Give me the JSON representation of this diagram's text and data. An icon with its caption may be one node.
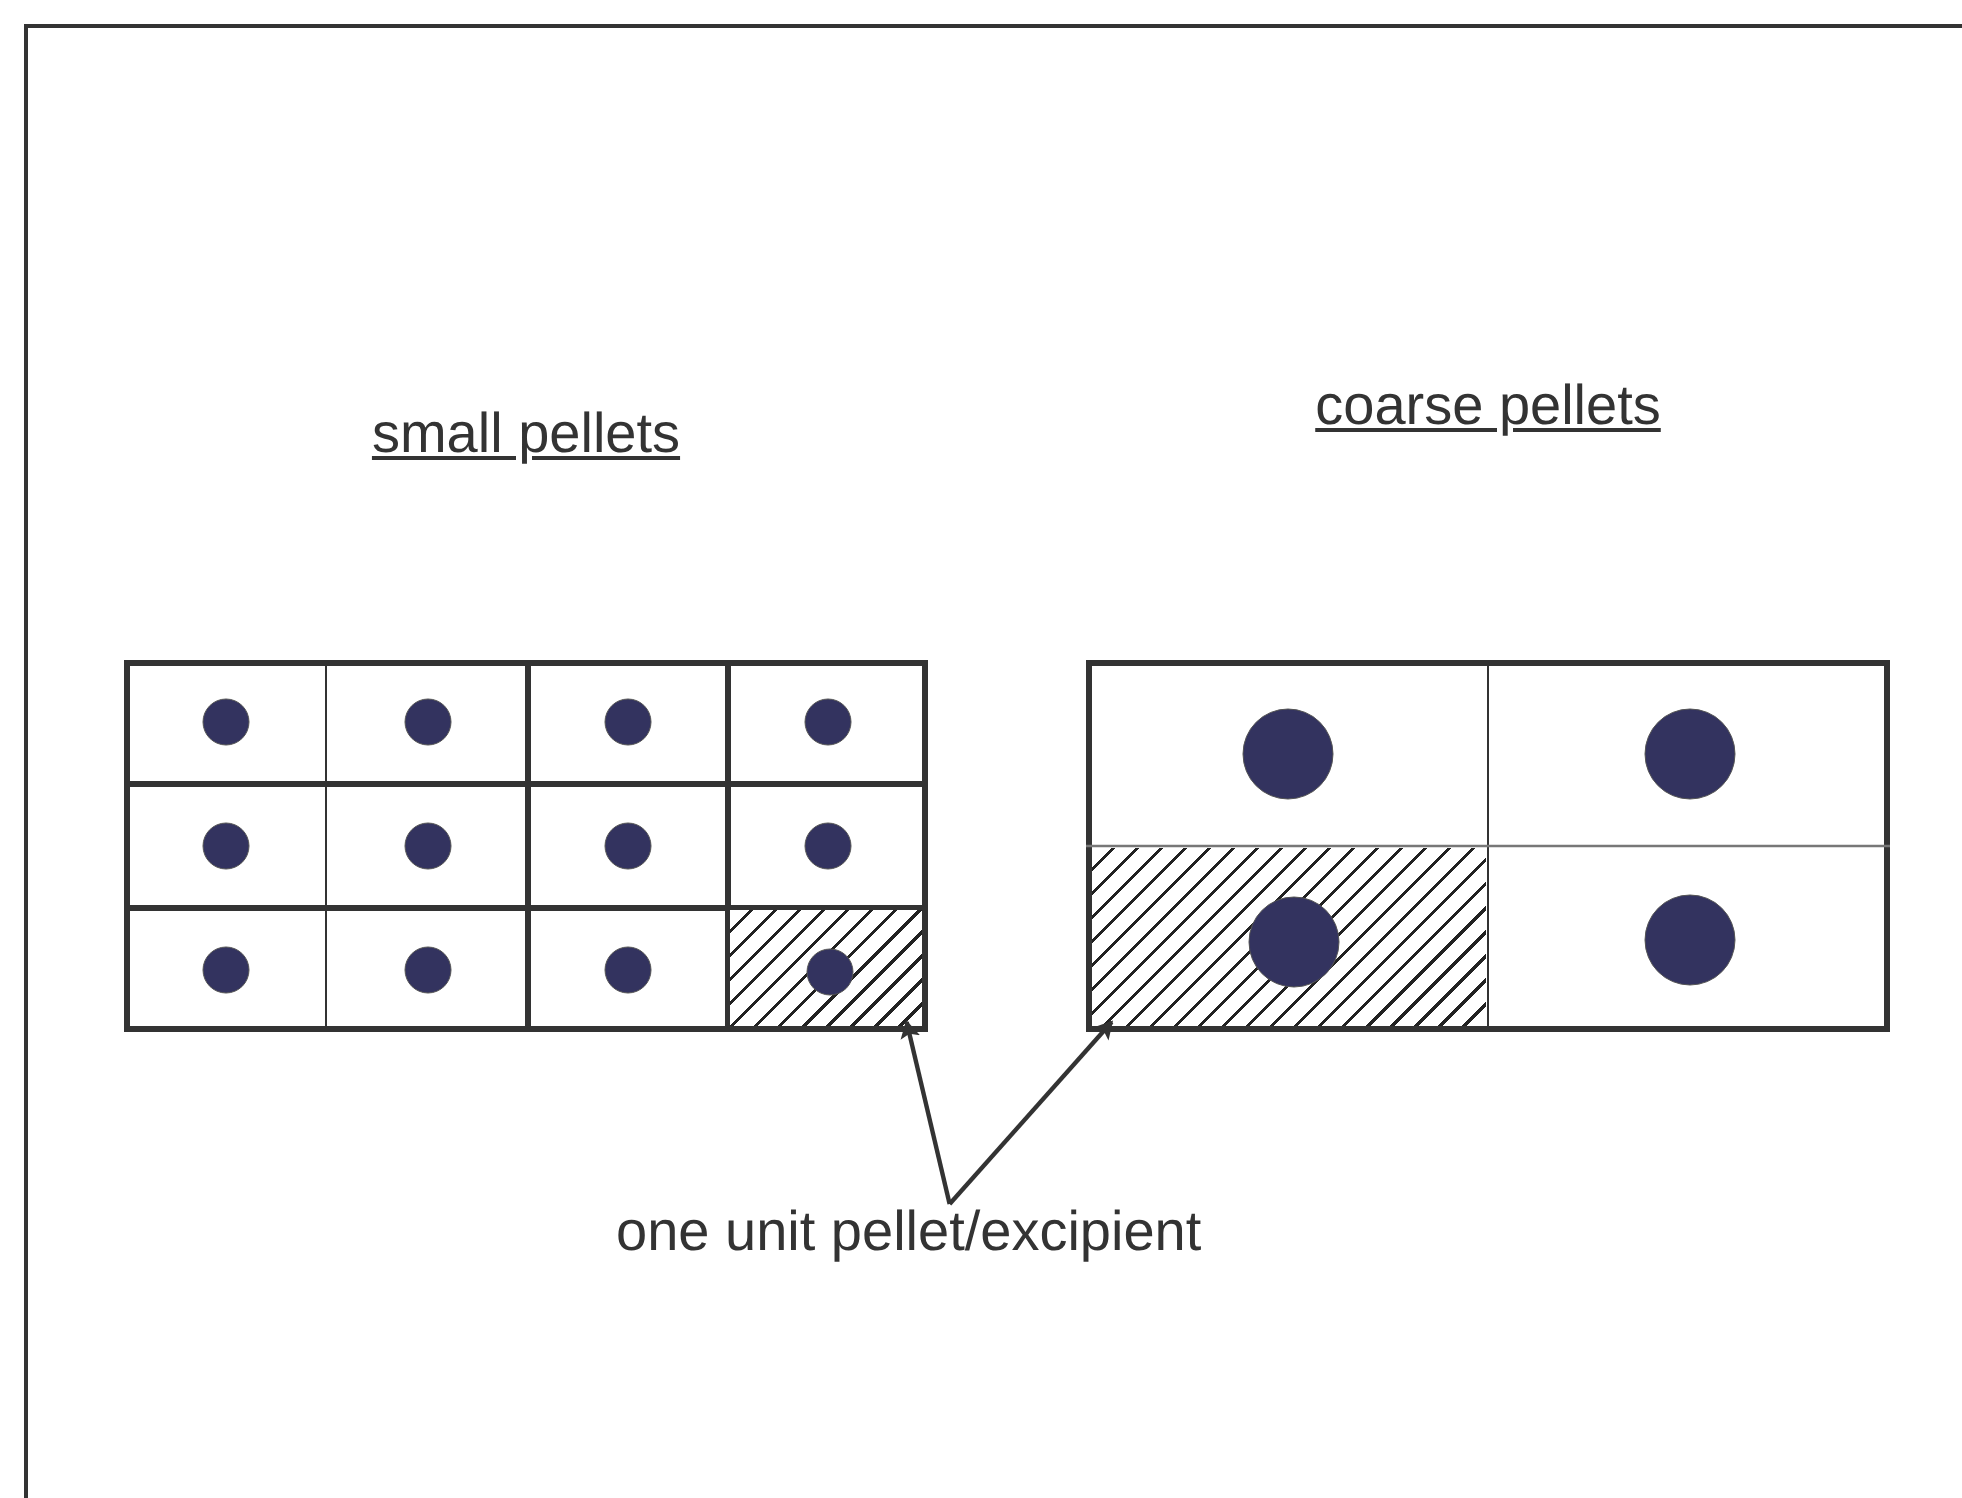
{
  "diagram": {
    "nodes": [
      {
        "text": [
          "small pellets"
        ]
      },
      {
        "text": [],
        "shape": "box",
        "in": 0
      },
      {
        "text": [
          "coarse pellets"
        ]
      },
      {
        "text": [],
        "shape": "box",
        "in": 2
      },
      {
        "text": [
          "one unit pellet/excipient"
        ]
      }
    ],
    "edges": [
      {
        "from": 4,
        "to": 1,
        "arrow": "to"
      },
      {
        "from": 4,
        "to": 3,
        "arrow": "to"
      }
    ]
  }
}
